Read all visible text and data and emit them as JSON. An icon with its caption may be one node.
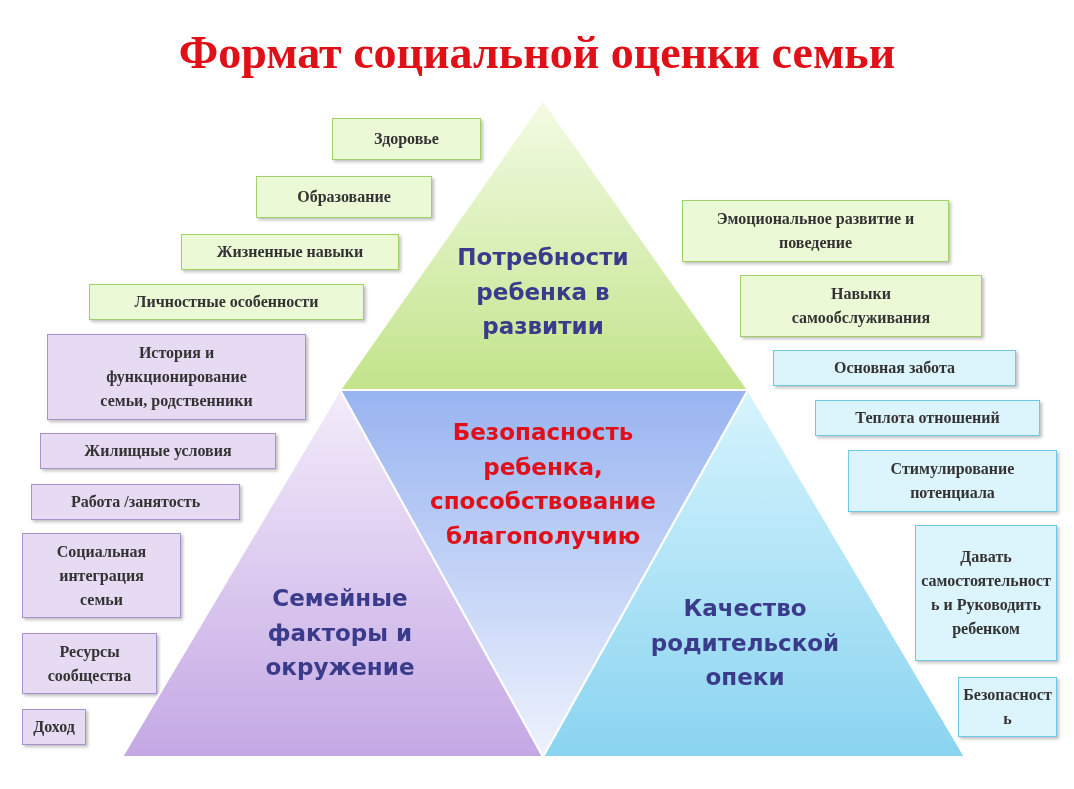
{
  "diagram": {
    "title": "Формат социальной оценки семьи",
    "nodes": [
      {
        "text": [
          "Здоровье"
        ]
      },
      {
        "text": [
          "Образование"
        ]
      },
      {
        "text": [
          "Жизненные навыки"
        ]
      },
      {
        "text": [
          "Личностные особенности"
        ]
      },
      {
        "text": [
          "История и функционирование семьи, родственники"
        ]
      },
      {
        "text": [
          "Жилищные условия"
        ]
      },
      {
        "text": [
          "Работа /занятость"
        ]
      },
      {
        "text": [
          "Социальная интеграция семьи"
        ]
      },
      {
        "text": [
          "Ресурсы сообщества"
        ]
      },
      {
        "text": [
          "Доход"
        ]
      },
      {
        "text": [
          "Потребности ребенка в развитии"
        ]
      },
      {
        "text": [
          "Безопасность ребенка, способствование благополучию"
        ]
      },
      {
        "text": [
          "Семейные факторы и окружение"
        ]
      },
      {
        "text": [
          "Качество родительской опеки"
        ]
      },
      {
        "text": [
          "Эмоциональное развитие и поведение"
        ]
      },
      {
        "text": [
          "Навыки самообслуживания"
        ]
      },
      {
        "text": [
          "Основная забота"
        ]
      },
      {
        "text": [
          "Теплота отношений"
        ]
      },
      {
        "text": [
          "Стимулирование потенциала"
        ]
      },
      {
        "text": [
          "Давать самостоятельность и Руководить ребенком"
        ]
      },
      {
        "text": [
          "Безопасность"
        ]
      }
    ]
  }
}
